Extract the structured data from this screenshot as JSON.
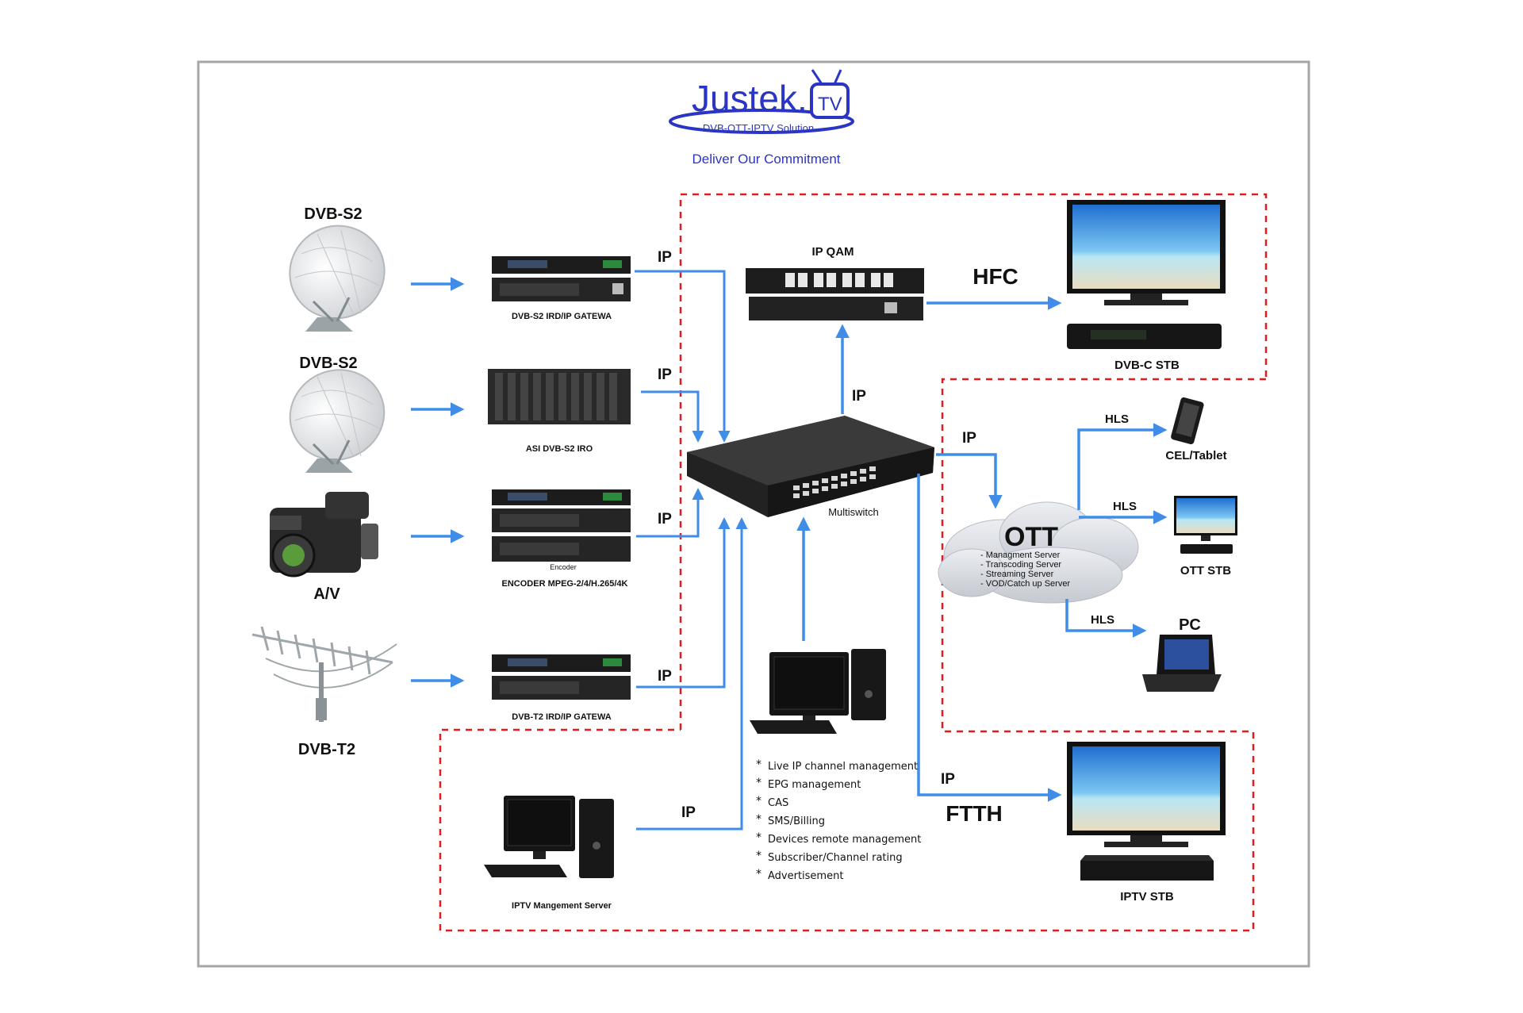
{
  "logo": {
    "brand": "Justek.",
    "tv": "TV",
    "tagline": "DVB-OTT-IPTV Solution",
    "slogan": "Deliver Our Commitment"
  },
  "sources": {
    "sat1": "DVB-S2",
    "sat2": "DVB-S2",
    "camera": "A/V",
    "antenna": "DVB-T2"
  },
  "headend": {
    "gateway_s2": "DVB-S2 IRD/IP GATEWA",
    "asi_iro": "ASI DVB-S2 IRO",
    "encoder": "ENCODER MPEG-2/4/H.265/4K",
    "encoder_tag": "Encoder",
    "gateway_t2": "DVB-T2 IRD/IP GATEWA"
  },
  "core": {
    "switch": "Multiswitch",
    "ipqam": "IP QAM",
    "mgmt_server": "IPTV Mangement Server"
  },
  "links": {
    "ip": "IP",
    "hfc": "HFC",
    "ftth": "FTTH",
    "hls": "HLS"
  },
  "ott": {
    "title": "OTT",
    "services": [
      "- Managment Server",
      "- Transcoding Server",
      "- Streaming Server",
      "- VOD/Catch up Server"
    ]
  },
  "endpoints": {
    "dvbc_stb": "DVB-C STB",
    "cel_tablet": "CEL/Tablet",
    "ott_stb": "OTT STB",
    "pc": "PC",
    "iptv_stb": "IPTV STB"
  },
  "features": [
    "Live IP channel management",
    "EPG management",
    "CAS",
    "SMS/Billing",
    "Devices remote management",
    "Subscriber/Channel rating",
    "Advertisement"
  ],
  "colors": {
    "arrow": "#3f8de8",
    "dashed": "#e21c1c",
    "frame": "#a6a6a6",
    "logo": "#2a35c4"
  }
}
